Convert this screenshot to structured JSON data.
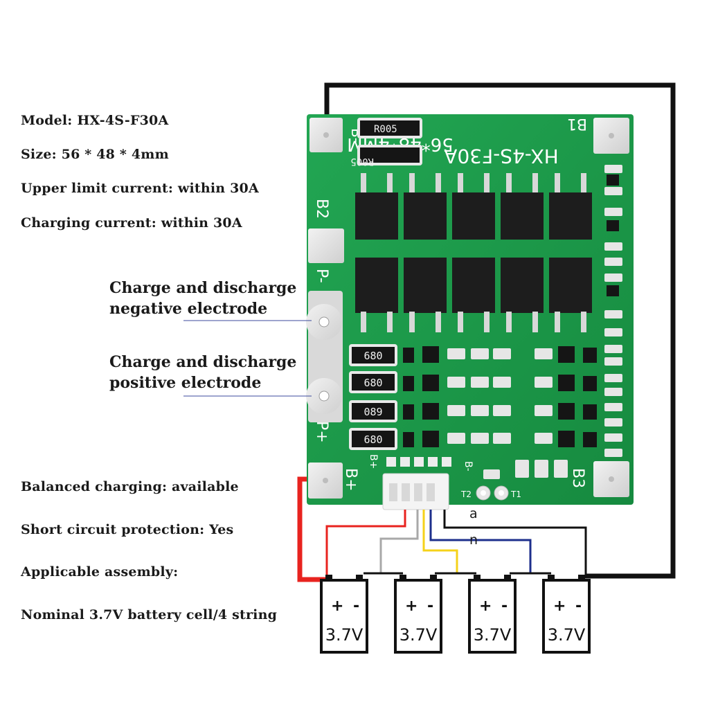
{
  "specs": {
    "model": "Model: HX-4S-F30A",
    "size": "Size: 56 * 48 * 4mm",
    "upper_limit": "Upper limit current: within 30A",
    "charging": "Charging current: within 30A",
    "balanced": "Balanced charging: available",
    "short_circuit": "Short circuit protection: Yes",
    "applicable": "Applicable assembly:",
    "nominal": "Nominal 3.7V battery cell/4 string"
  },
  "callouts": {
    "negative_line1": "Charge and discharge",
    "negative_line2": "negative electrode",
    "positive_line1": "Charge and discharge",
    "positive_line2": "positive electrode"
  },
  "board": {
    "silk_model": "HX-4S-F30A",
    "silk_size": "56*48*4MM",
    "pad_b_minus": "B-",
    "pad_b1": "B1",
    "pad_b2": "B2",
    "pad_p_minus": "P-",
    "pad_p_plus": "P+",
    "pad_b_plus": "B+",
    "pad_b3": "B3",
    "conn_b_plus": "B+",
    "conn_b_minus": "B-",
    "t2": "T2",
    "t1": "T1",
    "resistor_top": "R005",
    "resistor_bottom": "R005",
    "resistors": [
      "680",
      "680",
      "089",
      "680"
    ]
  },
  "cells": [
    {
      "plus": "+",
      "minus": "-",
      "voltage": "3.7V"
    },
    {
      "plus": "+",
      "minus": "-",
      "voltage": "3.7V"
    },
    {
      "plus": "+",
      "minus": "-",
      "voltage": "3.7V"
    },
    {
      "plus": "+",
      "minus": "-",
      "voltage": "3.7V"
    }
  ],
  "wire_labels": {
    "a": "a",
    "n": "n"
  },
  "colors": {
    "pcb": "#1f9a4a",
    "pad": "#e4e4e4",
    "wire_red": "#e8231f",
    "wire_gray": "#a8a8a8",
    "wire_yellow": "#f5d21a",
    "wire_blue": "#1d2f8c",
    "wire_black": "#111111"
  }
}
